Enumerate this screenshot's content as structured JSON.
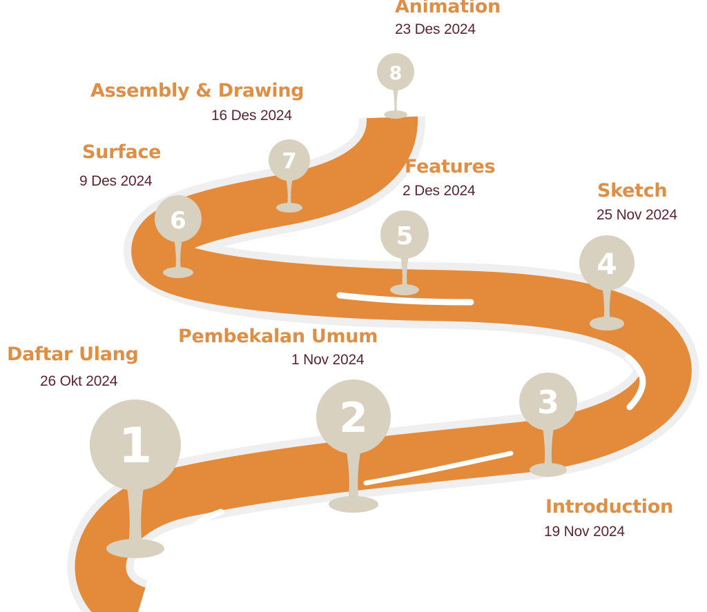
{
  "colors": {
    "road": "#e48b3b",
    "road_border": "#efefef",
    "road_stripe": "#ffffff",
    "pin": "#d8d1bf",
    "pin_number": "#ffffff",
    "milestone_title": "#df8f45",
    "milestone_date": "#5b2430"
  },
  "milestones": [
    {
      "number": "1",
      "title": "Daftar Ulang",
      "date": "26 Okt 2024"
    },
    {
      "number": "2",
      "title": "Pembekalan Umum",
      "date": "1 Nov 2024"
    },
    {
      "number": "3",
      "title": "Introduction",
      "date": "19 Nov 2024"
    },
    {
      "number": "4",
      "title": "Sketch",
      "date": "25 Nov 2024"
    },
    {
      "number": "5",
      "title": "Features",
      "date": "2 Des 2024"
    },
    {
      "number": "6",
      "title": "Surface",
      "date": "9 Des 2024"
    },
    {
      "number": "7",
      "title": "Assembly & Drawing",
      "date": "16 Des 2024"
    },
    {
      "number": "8",
      "title": "Animation",
      "date": "23 Des 2024"
    }
  ]
}
